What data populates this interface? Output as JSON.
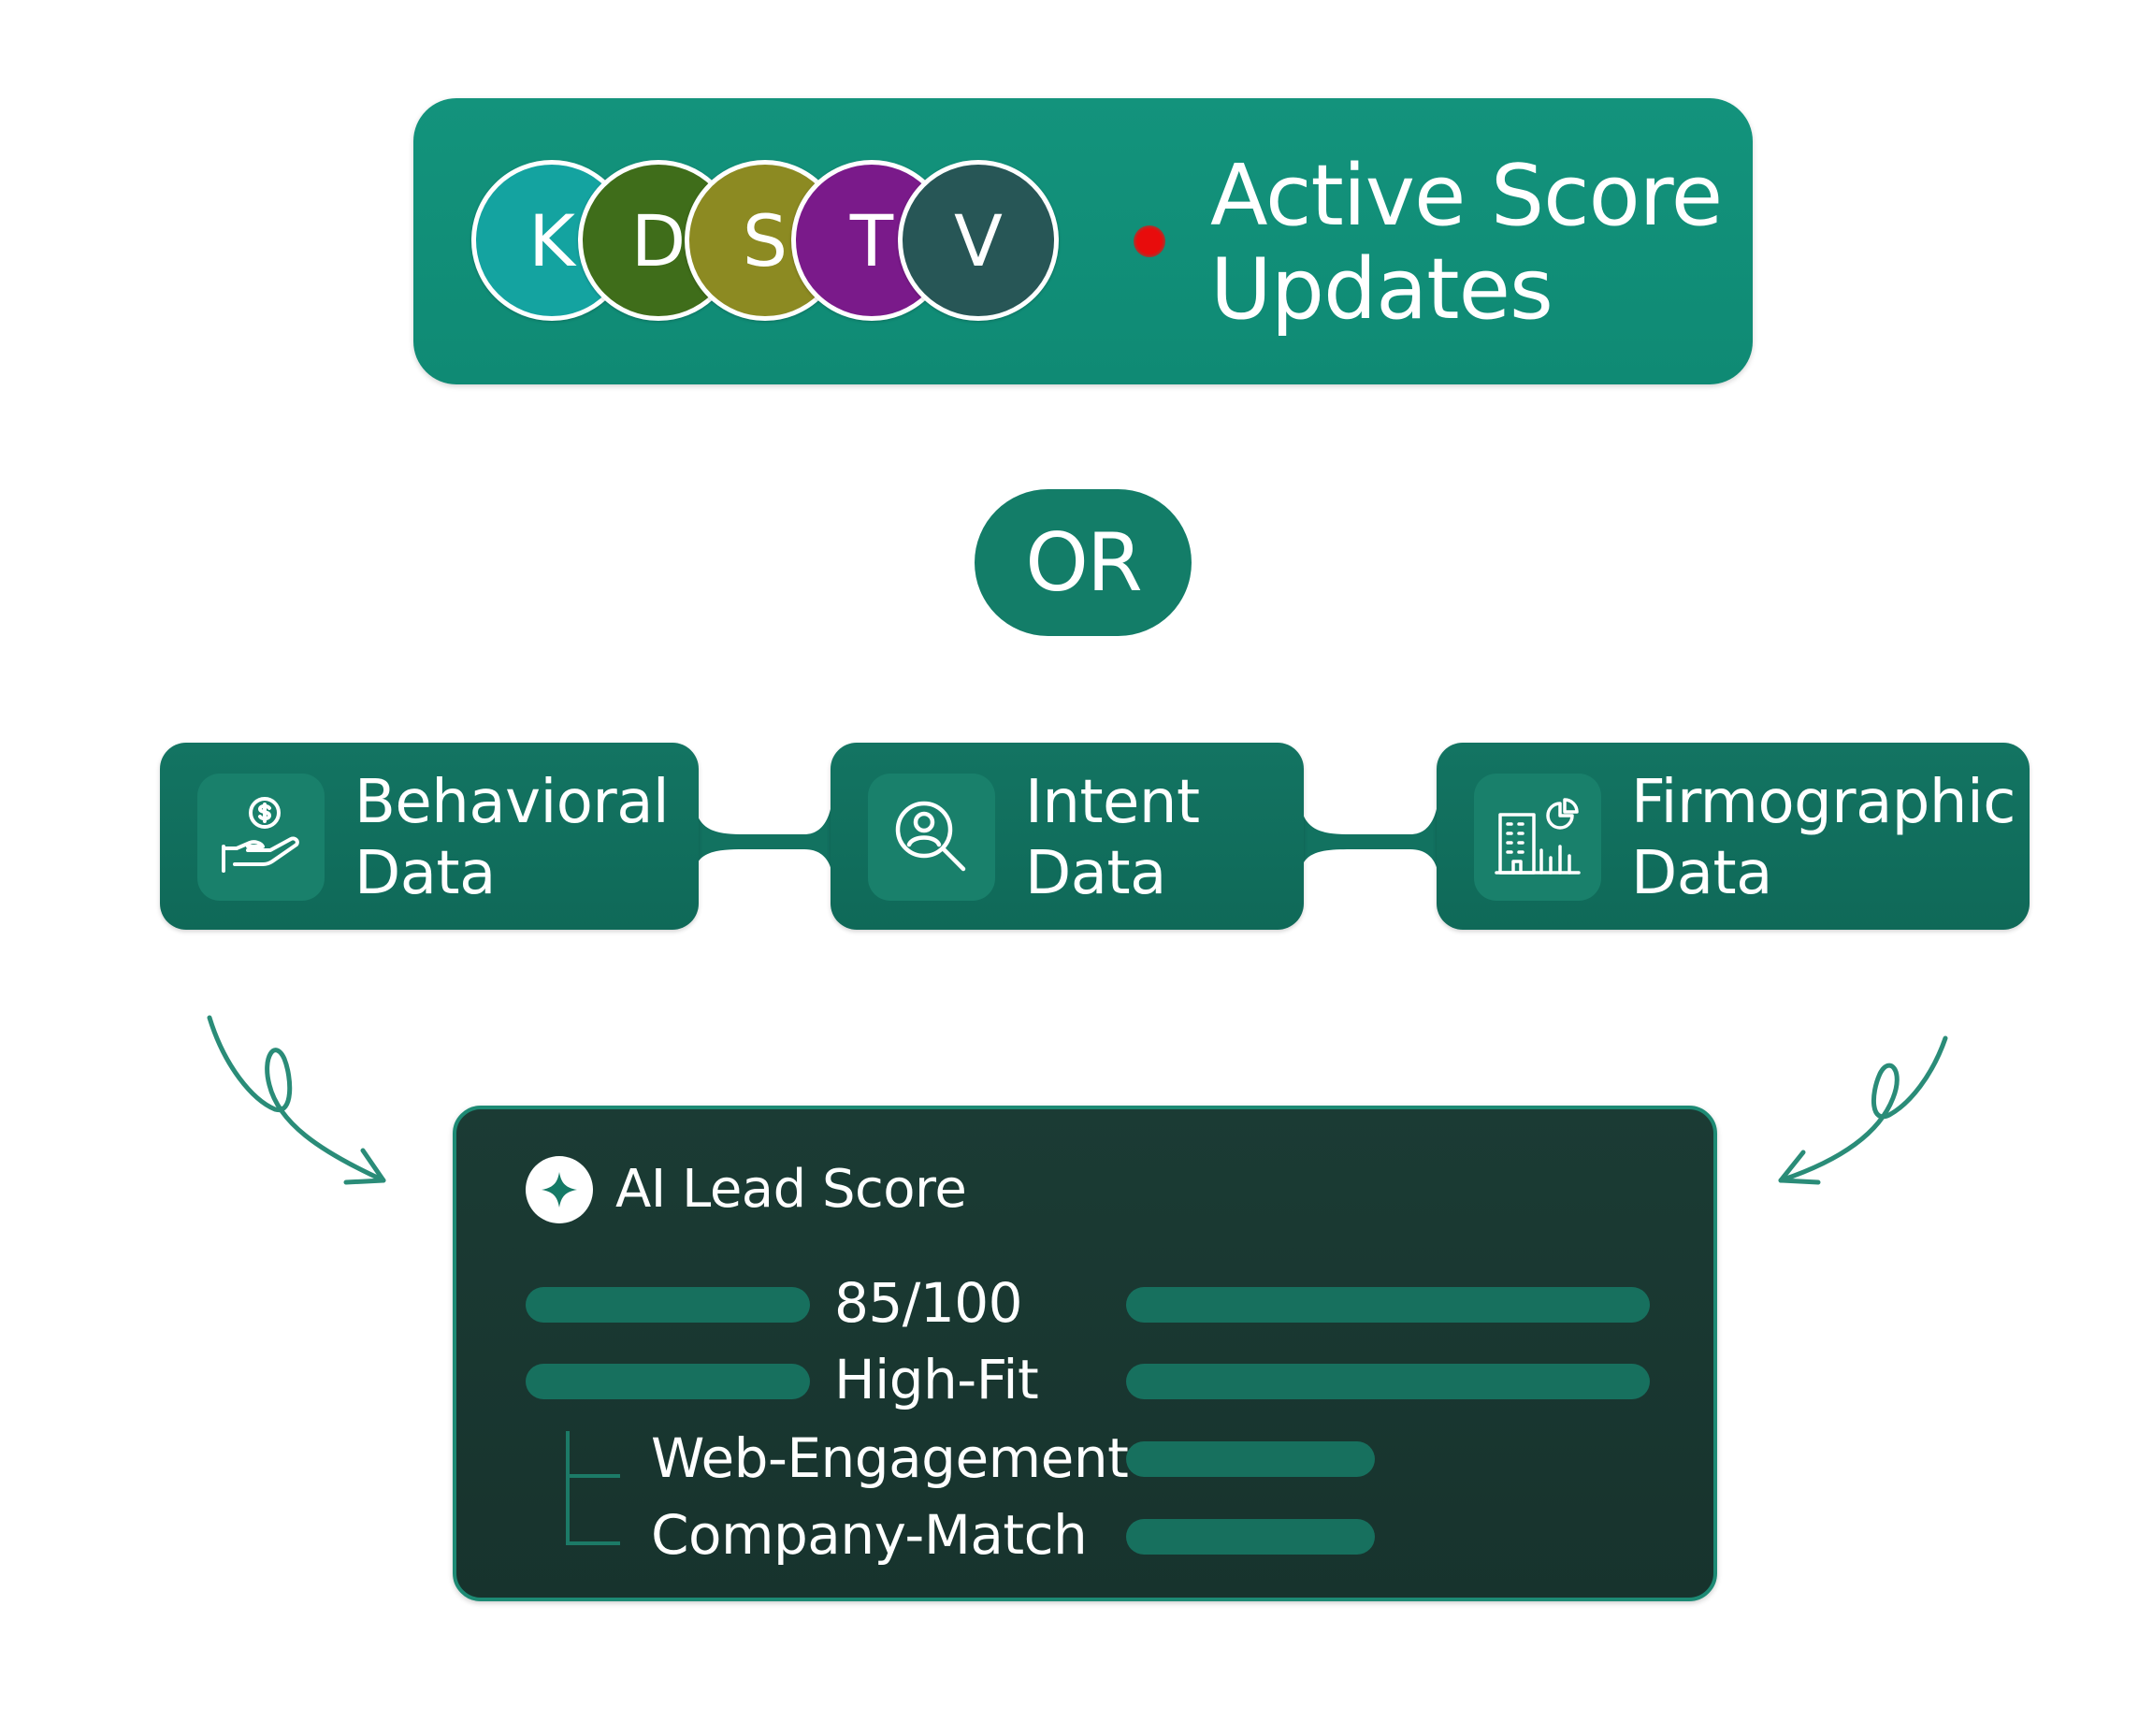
{
  "banner": {
    "avatars": [
      {
        "letter": "K",
        "color": "#14a3a0"
      },
      {
        "letter": "D",
        "color": "#3f6d1a"
      },
      {
        "letter": "S",
        "color": "#8c8a22"
      },
      {
        "letter": "T",
        "color": "#7a1a8a"
      },
      {
        "letter": "V",
        "color": "#275656"
      }
    ],
    "status_dot_color": "#e80c0c",
    "title": "Active Score\nUpdates"
  },
  "or_label": "OR",
  "sources": [
    {
      "label": "Behavioral\nData",
      "icon": "hand-holding-dollar-icon"
    },
    {
      "label": "Intent\nData",
      "icon": "search-user-icon"
    },
    {
      "label": "Firmographic\nData",
      "icon": "building-chart-icon"
    }
  ],
  "panel": {
    "title": "AI Lead Score",
    "badge_icon": "sparkle-icon",
    "score": "85/100",
    "fit": "High-Fit",
    "factors": [
      "Web-Engagement",
      "Company-Match"
    ]
  },
  "colors": {
    "brand_teal": "#13937c",
    "card_teal": "#137462",
    "panel_dark": "#1b3b34",
    "bar_teal": "#17705e"
  }
}
